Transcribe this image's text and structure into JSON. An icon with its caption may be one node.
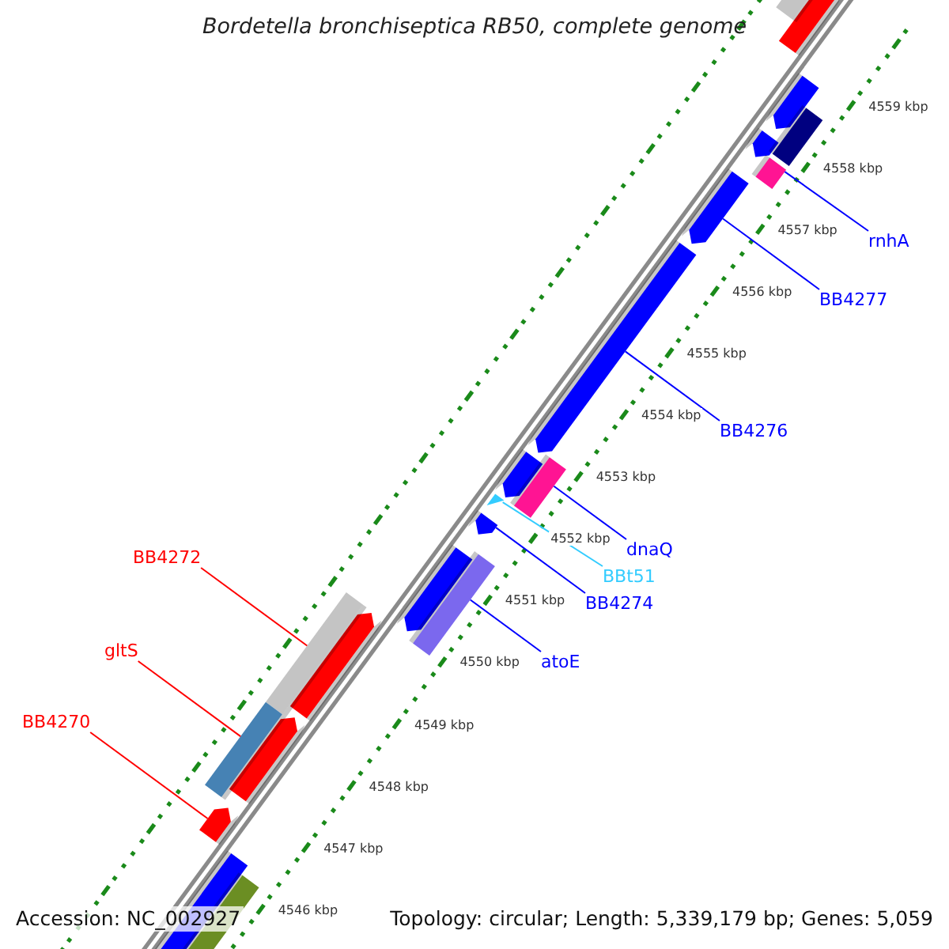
{
  "diagram": {
    "title": "Bordetella bronchiseptica RB50, complete genome",
    "nodes": [
      {
        "text": [
          "rnhA"
        ]
      },
      {
        "text": [
          "BB4277"
        ]
      },
      {
        "text": [
          "BB4276"
        ]
      },
      {
        "text": [
          "dnaQ"
        ]
      },
      {
        "text": [
          "BB4272"
        ]
      },
      {
        "text": [
          "BBt51"
        ]
      },
      {
        "text": [
          "BB4274"
        ]
      },
      {
        "text": [
          "gltS"
        ]
      },
      {
        "text": [
          "atoE"
        ]
      },
      {
        "text": [
          "BB4270"
        ]
      },
      {
        "text": [],
        "shape": "bar"
      },
      {
        "text": [],
        "shape": "bar"
      },
      {
        "text": [],
        "shape": "bar"
      },
      {
        "text": [],
        "shape": "bar"
      },
      {
        "text": [],
        "shape": "bar"
      },
      {
        "text": [],
        "shape": "triangle"
      },
      {
        "text": [],
        "shape": "bar"
      },
      {
        "text": [],
        "shape": "bar"
      },
      {
        "text": [],
        "shape": "bar"
      },
      {
        "text": [],
        "shape": "bar"
      }
    ],
    "edges": [
      {
        "from": 0,
        "to": 10,
        "arrow": "none"
      },
      {
        "from": 1,
        "to": 11,
        "arrow": "none"
      },
      {
        "from": 2,
        "to": 12,
        "arrow": "none"
      },
      {
        "from": 3,
        "to": 13,
        "arrow": "none"
      },
      {
        "from": 4,
        "to": 14,
        "arrow": "none",
        "color": "#ff0000"
      },
      {
        "from": 5,
        "to": 15,
        "arrow": "none",
        "color": "#33ccff"
      },
      {
        "from": 6,
        "to": 16,
        "arrow": "none"
      },
      {
        "from": 7,
        "to": 17,
        "arrow": "none",
        "color": "#ff0000"
      },
      {
        "from": 8,
        "to": 18,
        "arrow": "none"
      },
      {
        "from": 9,
        "to": 19,
        "arrow": "none",
        "color": "#ff0000"
      }
    ],
    "labels": [
      "4559 kbp",
      "4558 kbp",
      "4557 kbp",
      "4556 kbp",
      "4555 kbp",
      "4554 kbp",
      "4553 kbp",
      "4552 kbp",
      "4551 kbp",
      "4550 kbp",
      "4549 kbp",
      "4548 kbp",
      "4547 kbp",
      "4546 kbp",
      "Accession: NC_002927",
      "Topology: circular; Length: 5,339,179 bp; Genes: 5,059"
    ]
  }
}
